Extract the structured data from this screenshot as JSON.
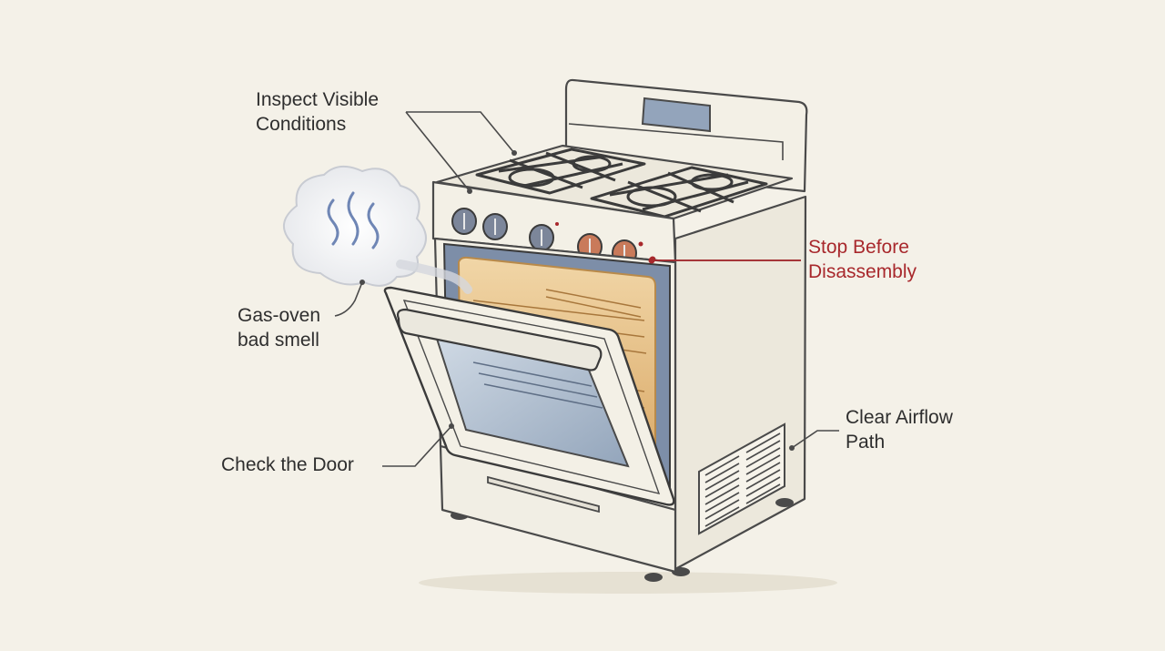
{
  "labels": {
    "inspect": [
      "Inspect Visible",
      "Conditions"
    ],
    "stop": [
      "Stop Before",
      "Disassembly"
    ],
    "gas": [
      "Gas-oven",
      "bad smell"
    ],
    "airflow": [
      "Clear Airflow",
      "Path"
    ],
    "door": [
      "Check the Door"
    ]
  },
  "colors": {
    "background": "#f4f1e8",
    "outline": "#4a4a4a",
    "body": "#f3f0e6",
    "oven_frame": "#7d8ea8",
    "oven_interior": "#e9c48e",
    "door_glass": "#a7b6c8",
    "warning": "#a8282c",
    "knob_active": "#c97a5a",
    "knob_inactive": "#7c869a",
    "smoke": "#6f86b5"
  },
  "icons": {
    "smoke": "smoke-icon",
    "burner": "burner-grate-icon",
    "knob": "control-knob-icon"
  }
}
